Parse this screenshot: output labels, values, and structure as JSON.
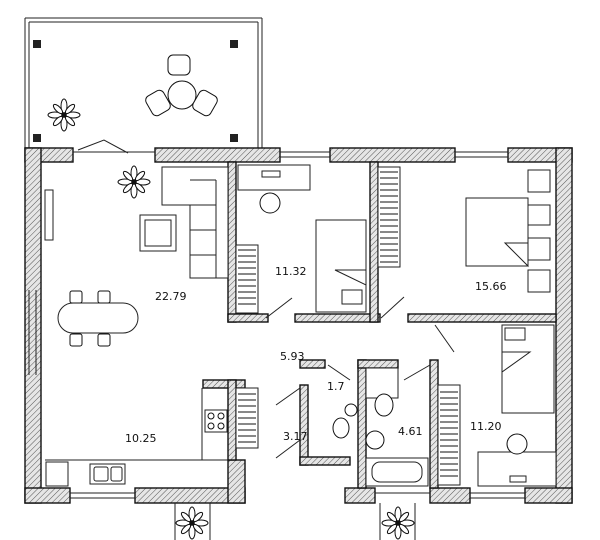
{
  "rooms": {
    "living": "22.79",
    "kitchen": "10.25",
    "study": "11.32",
    "bedroom_main": "15.66",
    "hall": "5.93",
    "wc": "1.7",
    "storage": "3.17",
    "bathroom": "4.61",
    "bedroom_small": "11.20"
  }
}
